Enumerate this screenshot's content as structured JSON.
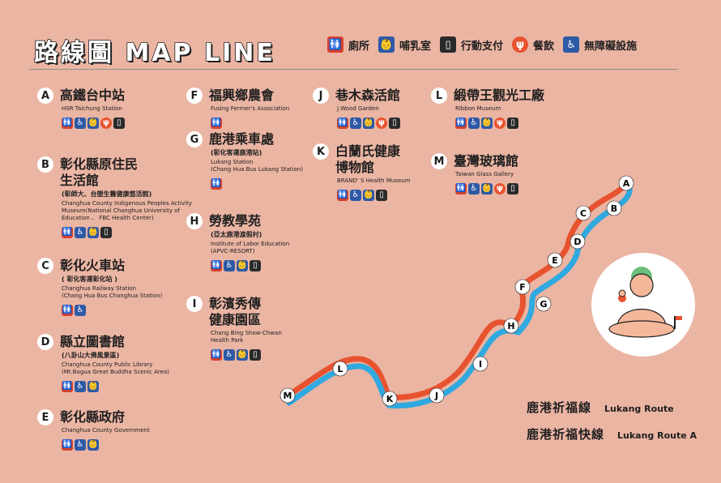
{
  "title": "路線圖 MAP LINE",
  "legend": [
    {
      "icon": "toilet-icon",
      "glyph": "🚻",
      "label": "廁所"
    },
    {
      "icon": "nursing-room-icon",
      "glyph": "♿",
      "label": "哺乳室"
    },
    {
      "icon": "mobile-payment-icon",
      "glyph": "▯",
      "label": "行動支付"
    },
    {
      "icon": "dining-icon",
      "glyph": "🍴",
      "label": "餐飲"
    },
    {
      "icon": "accessible-icon",
      "glyph": "♿",
      "label": "無障礙設施"
    }
  ],
  "stations": [
    {
      "id": "A",
      "name": "高鐵台中站",
      "sub": "",
      "en": "HSR Taichung Station",
      "facilities": [
        "toilet",
        "access",
        "nursing",
        "food",
        "pay"
      ]
    },
    {
      "id": "B",
      "name": "彰化縣原住民\n生活館",
      "sub": "(彰師大、台塑生醫健康悠活館)",
      "en": "Changhua County Indigenous Peoples Activity\nMuseum(National Changhua University of\nEducation 、 FBC Health Center)",
      "facilities": [
        "toilet",
        "access",
        "nursing",
        "pay"
      ]
    },
    {
      "id": "C",
      "name": "彰化火車站",
      "sub": "( 彰化客運彰化站 )",
      "en": "Changhua Railway Station\n(Chang Hua Bus Changhua Station)",
      "facilities": [
        "toilet",
        "access"
      ]
    },
    {
      "id": "D",
      "name": "縣立圖書館",
      "sub": "(八卦山大佛風景區)",
      "en": "Changhua County Public Library\n(Mt.Bagua Great Buddha Scenic Area)",
      "facilities": [
        "toilet",
        "access",
        "nursing"
      ]
    },
    {
      "id": "E",
      "name": "彰化縣政府",
      "sub": "",
      "en": "Changhua County Government",
      "facilities": [
        "toilet",
        "access",
        "nursing"
      ]
    },
    {
      "id": "F",
      "name": "福興鄉農會",
      "sub": "",
      "en": "Fusing Fermer's Association",
      "facilities": [
        "toilet"
      ]
    },
    {
      "id": "G",
      "name": "鹿港乘車處",
      "sub": "(彰化客運鹿港站)",
      "en": "Lukang Station\n(Chang Hua Bus Lukang Station)",
      "facilities": [
        "toilet"
      ]
    },
    {
      "id": "H",
      "name": "勞教學苑",
      "sub": "(亞太鹿港渡假村)",
      "en": "Institute of Labor Education\n(APVC-RESORT)",
      "facilities": [
        "toilet",
        "access",
        "nursing",
        "pay"
      ]
    },
    {
      "id": "I",
      "name": "彰濱秀傳\n健康園區",
      "sub": "",
      "en": "Chang Bing Show-Chwan\nHealth Park",
      "facilities": [
        "toilet",
        "access",
        "nursing",
        "pay"
      ]
    },
    {
      "id": "J",
      "name": "巷木森活館",
      "sub": "",
      "en": "J.Wood Garden",
      "facilities": [
        "toilet",
        "access",
        "nursing",
        "food",
        "pay"
      ]
    },
    {
      "id": "K",
      "name": "白蘭氏健康\n博物館",
      "sub": "",
      "en": "BRAND' S Health Museum",
      "facilities": [
        "toilet",
        "access",
        "nursing",
        "pay"
      ]
    },
    {
      "id": "L",
      "name": "緞帶王觀光工廠",
      "sub": "",
      "en": "Ribbon Museum",
      "facilities": [
        "toilet",
        "access",
        "nursing",
        "food",
        "pay"
      ]
    },
    {
      "id": "M",
      "name": "臺灣玻璃館",
      "sub": "",
      "en": "Taiwan Glass Gallery",
      "facilities": [
        "toilet",
        "access",
        "nursing",
        "food",
        "pay"
      ]
    }
  ],
  "map_labels": [
    "A",
    "B",
    "C",
    "D",
    "E",
    "F",
    "G",
    "H",
    "I",
    "J",
    "K",
    "L",
    "M"
  ],
  "routes": [
    {
      "zh": "鹿港祈福線",
      "en": "Lukang Route",
      "color": "#2fa9e0"
    },
    {
      "zh": "鹿港祈福快線",
      "en": "Lukang Route A",
      "color": "#e8532f"
    }
  ],
  "colors": {
    "background": "#ebb5a3",
    "blue_route": "#2fa9e0",
    "orange_route": "#e8532f"
  }
}
